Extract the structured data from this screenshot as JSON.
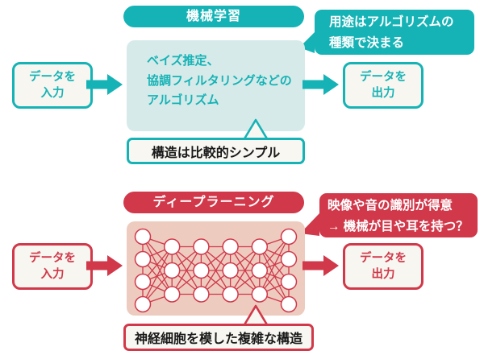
{
  "colors": {
    "teal": "#16b3b6",
    "teal_light": "#d7eaea",
    "red": "#d1384a",
    "red_light": "#edcbbf",
    "box_bg": "#f7f6f0",
    "callout_bg": "#f8f7f2",
    "text_dark": "#1a1a1a"
  },
  "machine": {
    "title": "機械学習",
    "input_box": {
      "line1": "データを",
      "line2": "入力"
    },
    "output_box": {
      "line1": "データを",
      "line2": "出力"
    },
    "process_lines": [
      "ベイズ推定、",
      "協調フィルタリングなどの",
      "アルゴリズム"
    ],
    "bubble_lines": [
      "用途はアルゴリズムの",
      "種類で決まる"
    ],
    "callout": "構造は比較的シンプル"
  },
  "deep": {
    "title": "ディープラーニング",
    "input_box": {
      "line1": "データを",
      "line2": "入力"
    },
    "output_box": {
      "line1": "データを",
      "line2": "出力"
    },
    "bubble_lines": [
      "映像や音の識別が得意",
      "→ 機械が目や耳を持つ？"
    ],
    "callout": "神経細胞を模した複雑な構造",
    "network": {
      "layers": [
        4,
        3,
        3,
        3,
        3,
        4
      ]
    }
  }
}
